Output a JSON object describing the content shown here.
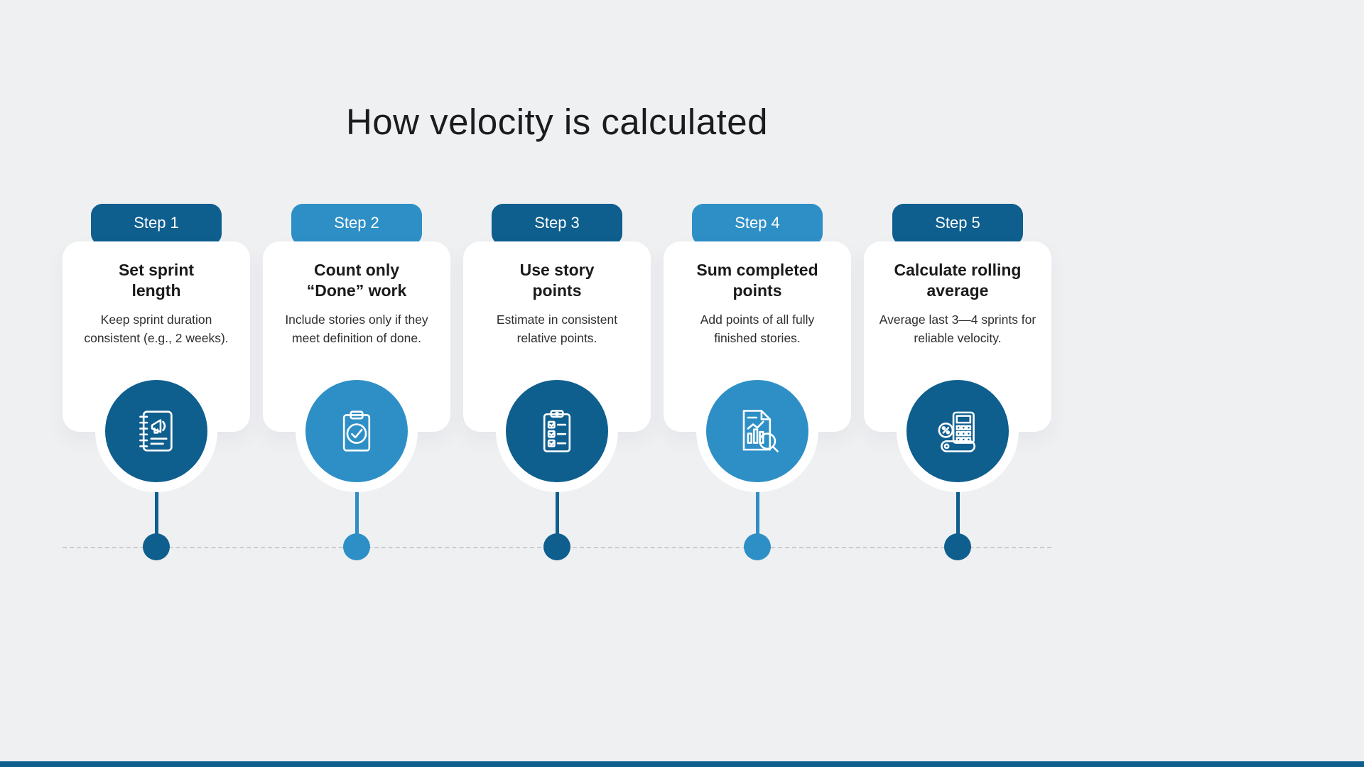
{
  "title": "How velocity is calculated",
  "colors": {
    "dark_blue": "#0E5E8E",
    "light_blue": "#2E8FC6",
    "background": "#EFF0F2",
    "card": "#FFFFFF",
    "dashed_line": "#C9CCCF",
    "title_text": "#1C1C1E",
    "body_text": "#2E2E2E"
  },
  "steps": [
    {
      "label": "Step 1",
      "title": "Set sprint\nlength",
      "description": "Keep sprint duration consistent (e.g., 2 weeks).",
      "icon": "notebook-announcement-icon",
      "tone": "dark"
    },
    {
      "label": "Step 2",
      "title": "Count only\n“Done” work",
      "description": "Include stories only if they meet definition of done.",
      "icon": "clipboard-check-icon",
      "tone": "light"
    },
    {
      "label": "Step 3",
      "title": "Use story\npoints",
      "description": "Estimate in consistent relative points.",
      "icon": "checklist-clipboard-icon",
      "tone": "dark"
    },
    {
      "label": "Step 4",
      "title": "Sum completed\npoints",
      "description": "Add points of all fully finished stories.",
      "icon": "report-magnifier-icon",
      "tone": "light"
    },
    {
      "label": "Step 5",
      "title": "Calculate rolling\naverage",
      "description": "Average last 3—4 sprints for reliable velocity.",
      "icon": "calculator-percent-icon",
      "tone": "dark"
    }
  ]
}
